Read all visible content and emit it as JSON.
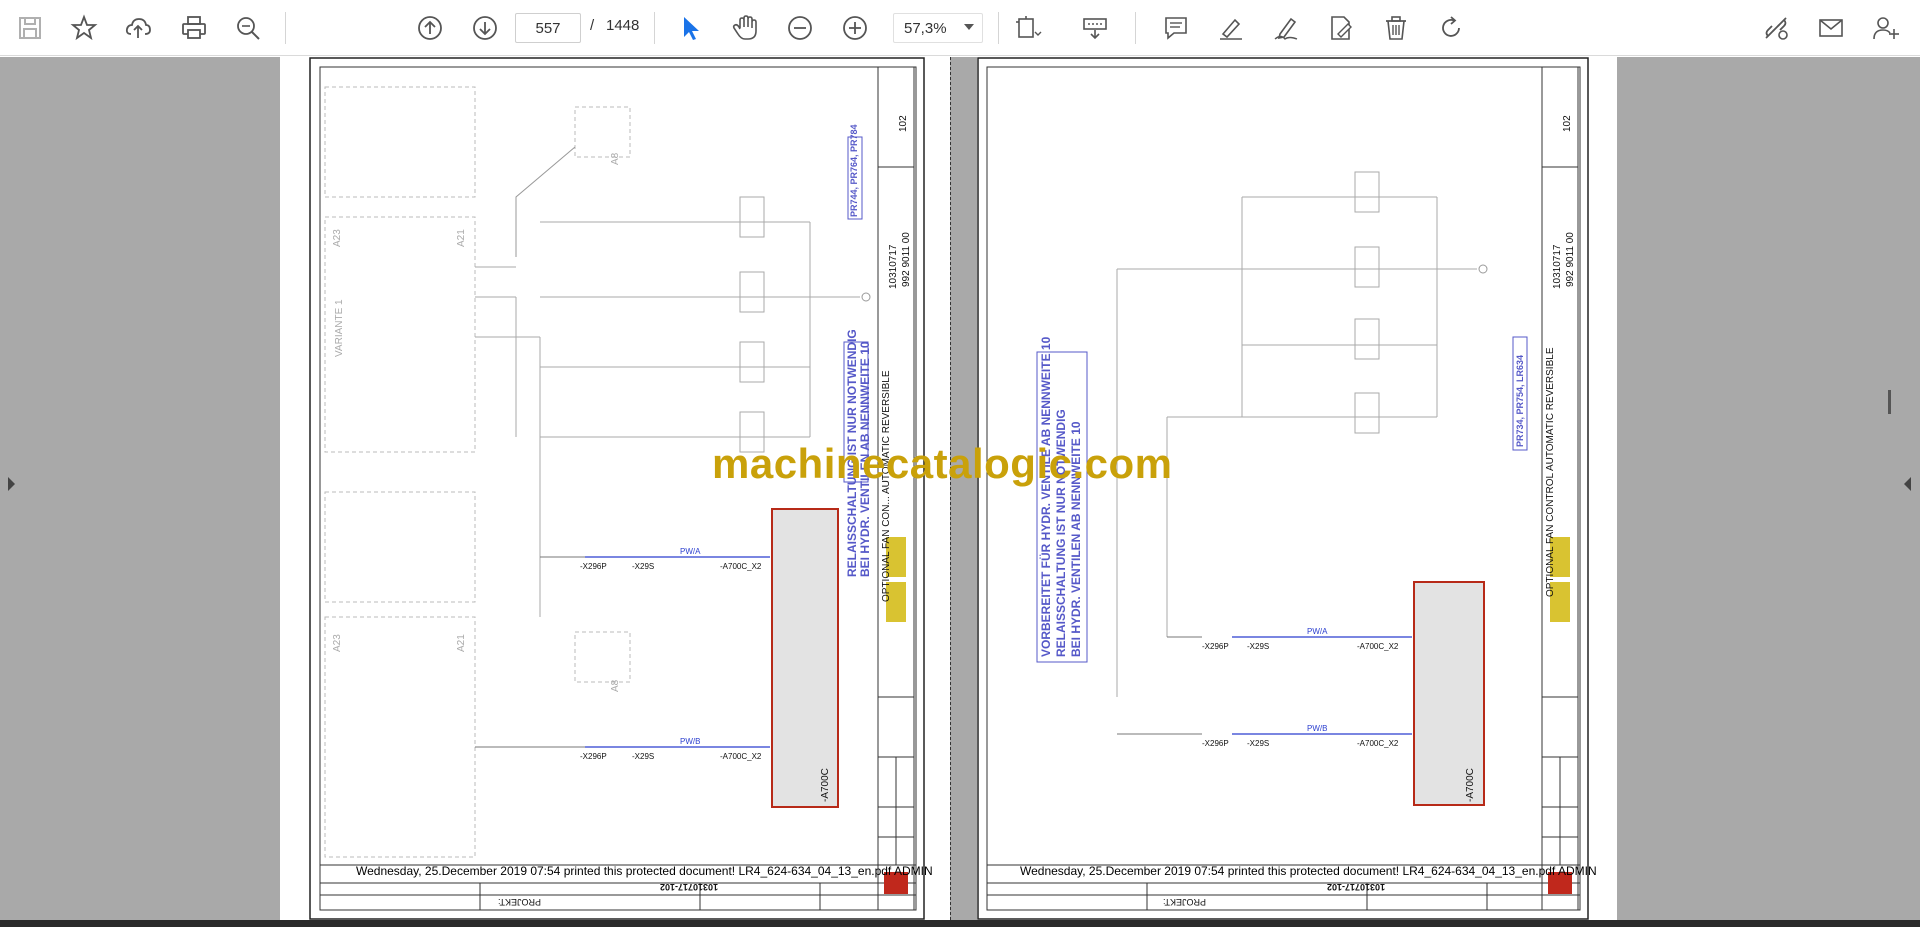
{
  "toolbar": {
    "page_current": "557",
    "page_separator": "/",
    "page_total": "1448",
    "zoom": "57,3%"
  },
  "document": {
    "watermark": "machinecatalogic.com",
    "print_notice": "Wednesday, 25.December 2019 07:54 printed this protected document! LR4_624-634_04_13_en.pdf ADMIN",
    "sheet_title": "OPTIONAL FAN CONTROL AUTOMATIC REVERSIBLE",
    "left_sheet_title": "OPTIONAL FAN CON... AUTOMATIC REVERSIBLE",
    "drawing_no": "10310717",
    "id_no": "992 9011 00",
    "sheet_no": "102",
    "drawing_ref": "10310717-102",
    "project_label": "PROJEKT:",
    "left_blue_note_1": "RELAISSCHALTUNG IST NUR NOTWENDIG",
    "left_blue_note_2": "BEI HYDR. VENTILEN AB NENNWEITE 10",
    "left_blue_tag": "PR744, PR764, PR784",
    "right_blue_note_1": "VORBEREITET FÜR HYDR. VENTILE AB NENNWEITE 10",
    "right_blue_note_2": "RELAISSCHALTUNG IST NUR NOTWENDIG",
    "right_blue_note_3": "BEI HYDR. VENTILEN AB NENNWEITE 10",
    "right_blue_tag": "PR734, PR754, LR634",
    "module_label": "-A700C",
    "conn_x2": "-A700C_X2",
    "conn_x29s": "-X29S",
    "conn_x296p": "-X296P",
    "wire_a": "PW/A",
    "wire_b": "PW/B",
    "block_a23": "A23",
    "block_a21": "A21",
    "block_a8": "A8",
    "variant_label": "VARIANTE 1"
  },
  "colors": {
    "accent_blue": "#1a73e8",
    "module_red": "#b72a18",
    "module_fill": "#e3e3e3",
    "wire_blue": "#2b3fcf",
    "watermark": "#c9a10a"
  },
  "icons": [
    "save-icon",
    "bookmark-star-icon",
    "upload-cloud-icon",
    "print-icon",
    "zoom-search-icon",
    "page-up-icon",
    "page-down-icon",
    "select-cursor-icon",
    "hand-icon",
    "zoom-out-icon",
    "zoom-in-icon",
    "crop-icon",
    "keyboard-icon",
    "comment-icon",
    "highlight-icon",
    "sign-icon",
    "fill-sign-icon",
    "delete-icon",
    "rotate-icon",
    "share-link-icon",
    "mail-icon",
    "add-user-icon"
  ]
}
